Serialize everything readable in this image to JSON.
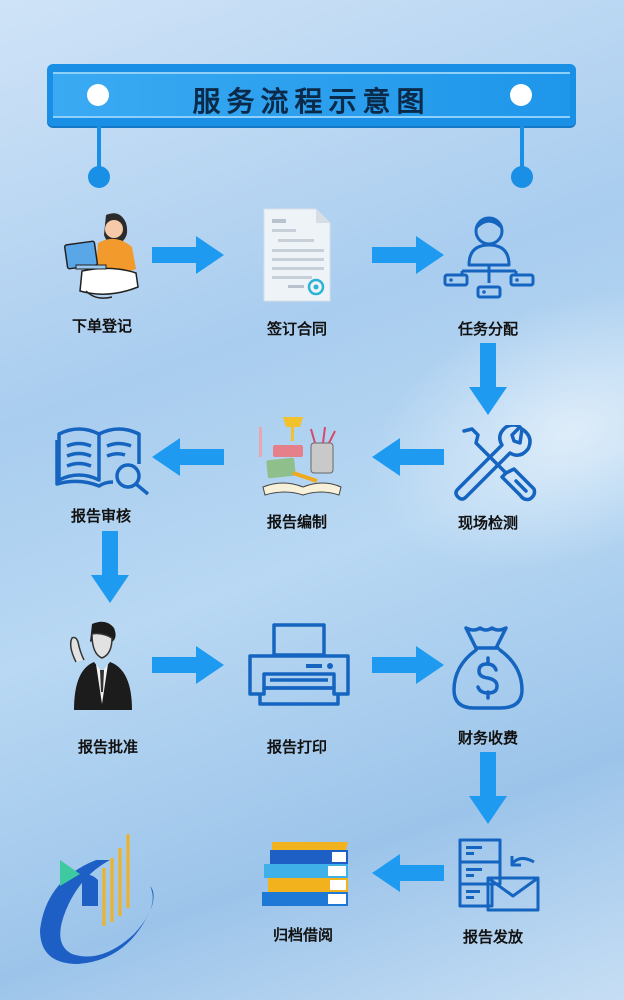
{
  "title": "服务流程示意图",
  "steps": [
    {
      "label": "下单登记",
      "icon": "person-laptop-icon"
    },
    {
      "label": "签订合同",
      "icon": "contract-document-icon"
    },
    {
      "label": "任务分配",
      "icon": "task-network-icon"
    },
    {
      "label": "现场检测",
      "icon": "tools-icon"
    },
    {
      "label": "报告编制",
      "icon": "desk-writing-icon"
    },
    {
      "label": "报告审核",
      "icon": "book-magnifier-icon"
    },
    {
      "label": "报告批准",
      "icon": "businessman-icon"
    },
    {
      "label": "报告打印",
      "icon": "printer-icon"
    },
    {
      "label": "财务收费",
      "icon": "money-bag-icon"
    },
    {
      "label": "报告发放",
      "icon": "server-mail-icon"
    },
    {
      "label": "归档借阅",
      "icon": "book-stack-icon"
    }
  ],
  "colors": {
    "accent": "#1a8fe6",
    "arrow": "#1e9bf0",
    "icon_blue": "#1565c0"
  }
}
